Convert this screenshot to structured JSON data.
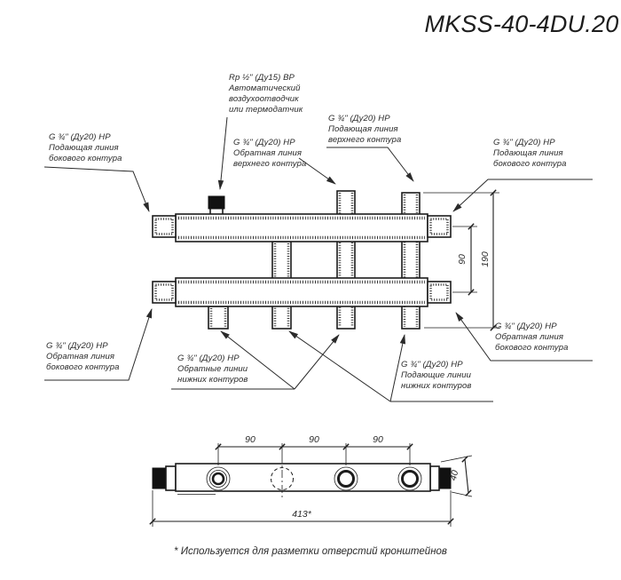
{
  "title": "MKSS-40-4DU.20",
  "footnote": "* Используется для разметки отверстий кронштейнов",
  "colors": {
    "line": "#1c1c1c",
    "text": "#2a2a2a",
    "background": "#ffffff"
  },
  "front_view": {
    "labels": {
      "air_vent": {
        "lines": [
          "Rp ½\" (Ду15) ВР",
          "Автоматический",
          "воздухоотводчик",
          "или термодатчик"
        ]
      },
      "upper_supply": {
        "lines": [
          "G ¾\" (Ду20) НР",
          "Подающая линия",
          "верхнего контура"
        ]
      },
      "upper_return": {
        "lines": [
          "G ¾\" (Ду20) НР",
          "Обратная линия",
          "верхнего контура"
        ]
      },
      "side_supply_left": {
        "lines": [
          "G ¾\" (Ду20) НР",
          "Подающая линия",
          "бокового контура"
        ]
      },
      "side_supply_right": {
        "lines": [
          "G ¾\" (Ду20) НР",
          "Подающая линия",
          "бокового контура"
        ]
      },
      "side_return_left": {
        "lines": [
          "G ¾\" (Ду20) НР",
          "Обратная линия",
          "бокового контура"
        ]
      },
      "side_return_right": {
        "lines": [
          "G ¾\" (Ду20) НР",
          "Обратная линия",
          "бокового контура"
        ]
      },
      "lower_return": {
        "lines": [
          "G ¾\" (Ду20) НР",
          "Обратные линии",
          "нижних контуров"
        ]
      },
      "lower_supply": {
        "lines": [
          "G ¾\" (Ду20) НР",
          "Подающие линии",
          "нижних контуров"
        ]
      }
    },
    "dimensions": {
      "axis_spacing": "90",
      "overall_height": "190"
    }
  },
  "bottom_view": {
    "dimensions": {
      "hole_spacing": [
        "90",
        "90",
        "90"
      ],
      "overall_length": "413*",
      "body_height": "40"
    }
  }
}
